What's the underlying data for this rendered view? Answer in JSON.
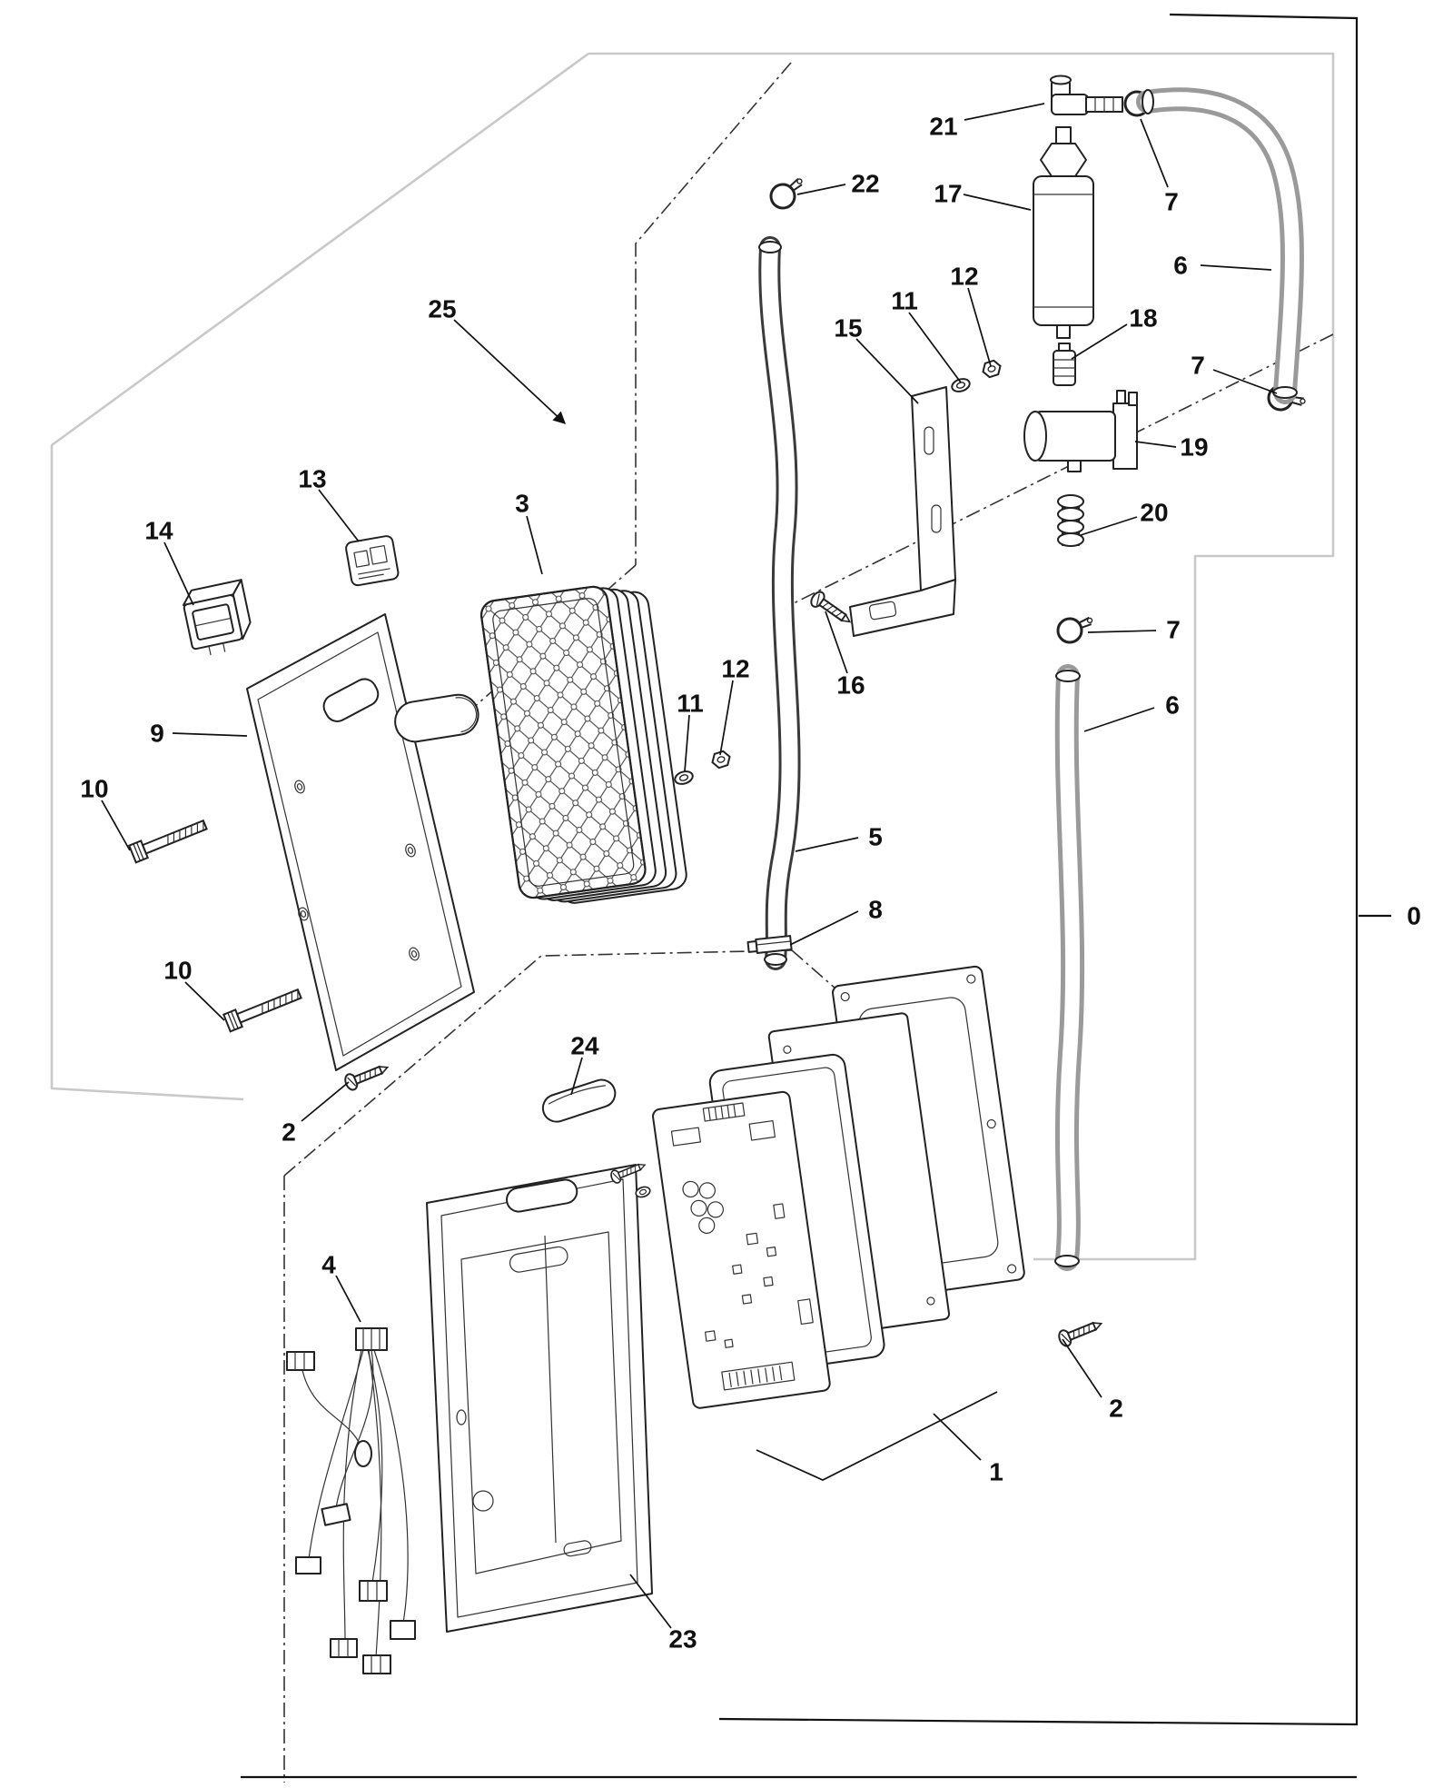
{
  "figure": {
    "type": "exploded-parts-diagram",
    "background_color": "#ffffff",
    "line_color": "#1a1a1a",
    "construction_line_color": "#c9c9c9"
  },
  "callouts": {
    "ref0": "0",
    "p1": "1",
    "p2a": "2",
    "p2b": "2",
    "p3": "3",
    "p4": "4",
    "p5": "5",
    "p6a": "6",
    "p6b": "6",
    "p7a": "7",
    "p7b": "7",
    "p7c": "7",
    "p8": "8",
    "p9": "9",
    "p10a": "10",
    "p10b": "10",
    "p11a": "11",
    "p11b": "11",
    "p12a": "12",
    "p12b": "12",
    "p13": "13",
    "p14": "14",
    "p15": "15",
    "p16": "16",
    "p17": "17",
    "p18": "18",
    "p19": "19",
    "p20": "20",
    "p21": "21",
    "p22": "22",
    "p23": "23",
    "p24": "24",
    "p25": "25"
  }
}
